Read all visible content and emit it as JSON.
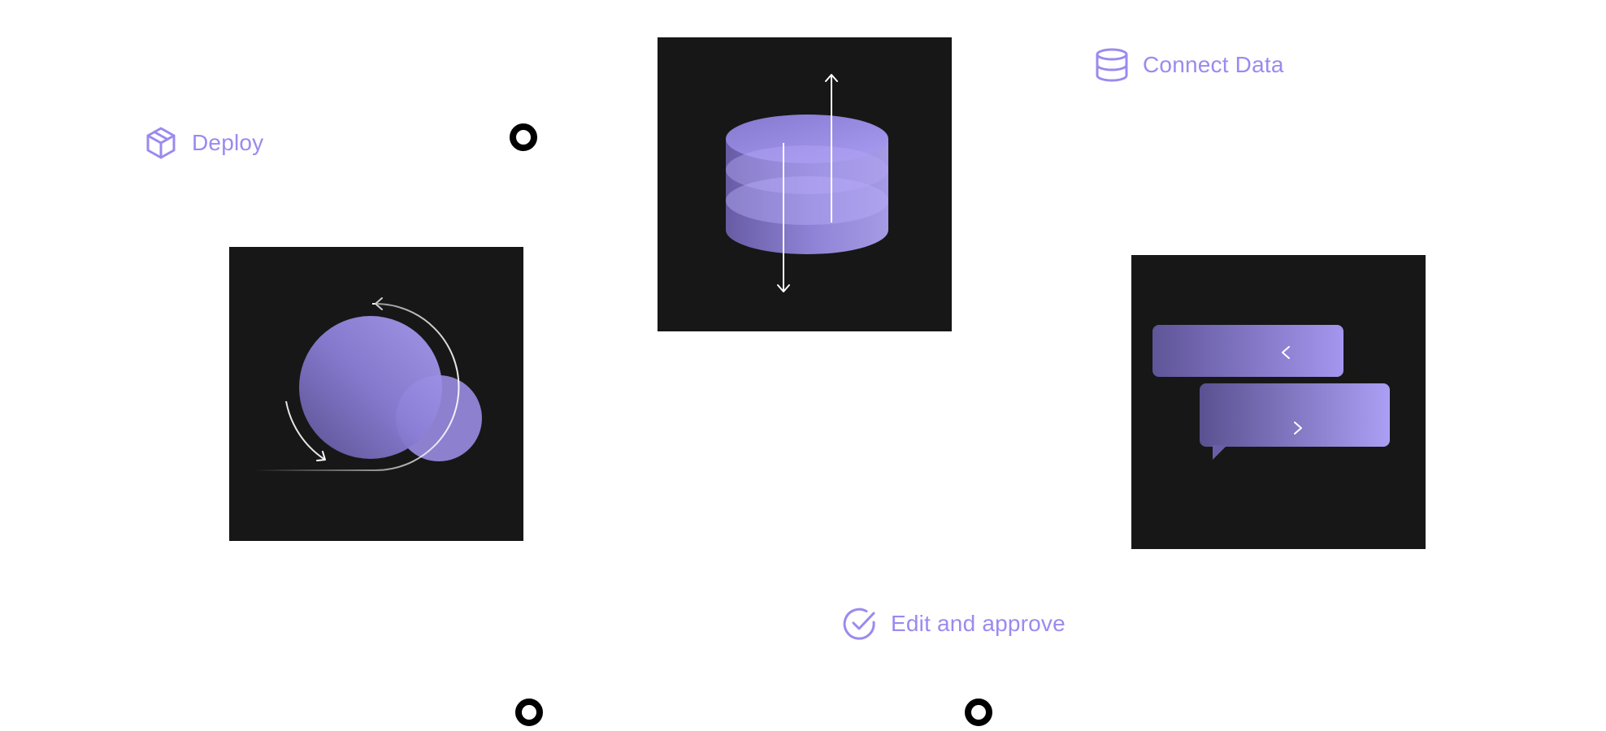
{
  "features": {
    "deploy": {
      "label": "Deploy",
      "icon": "package-box-icon"
    },
    "connect_data": {
      "label": "Connect Data",
      "icon": "database-icon"
    },
    "edit_approve": {
      "label": "Edit and approve",
      "icon": "check-circle-icon"
    }
  },
  "illustrations": {
    "deploy": "orbit-spheres-illustration",
    "connect_data": "stacked-cylinder-illustration",
    "edit_approve": "chat-bubbles-illustration"
  },
  "colors": {
    "accent": "#9b8aef",
    "panel_bg": "#171717",
    "shape_fill": "#a597f2",
    "arrow": "#ffffff",
    "dot": "#000000"
  }
}
